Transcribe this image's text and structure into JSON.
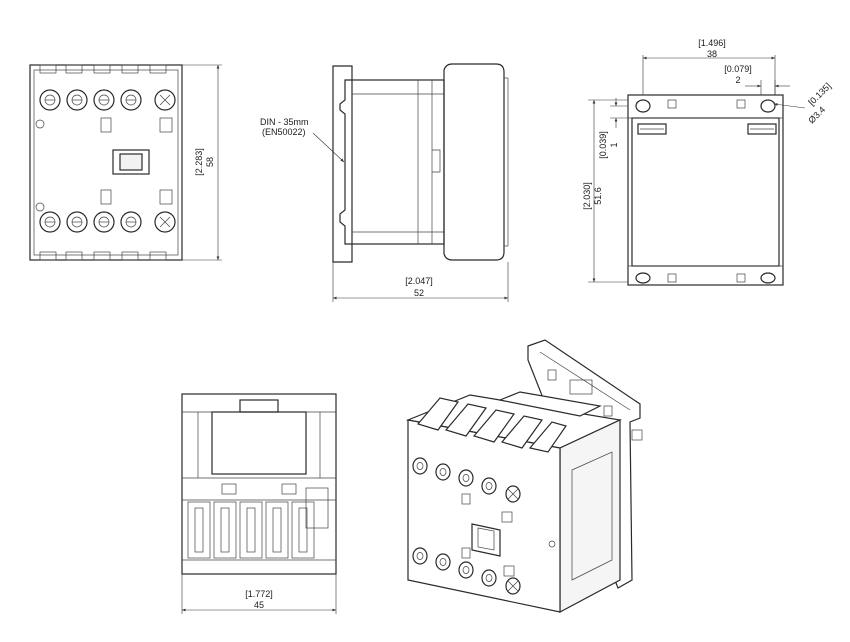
{
  "dimensions": {
    "front_height_in": "[2.283]",
    "front_height_mm": "58",
    "side_depth_in": "[2.047]",
    "side_depth_mm": "52",
    "din_rail_line1": "DIN - 35mm",
    "din_rail_line2": "(EN50022)",
    "rear_width_in": "[1.496]",
    "rear_width_mm": "38",
    "rear_offset_in": "[0.079]",
    "rear_offset_mm": "2",
    "hole_dia_in": "[0.135]",
    "hole_dia_mm": "Ø3.4",
    "rear_small_in": "[0.039]",
    "rear_small_mm": "1",
    "rear_height_in": "[2.030]",
    "rear_height_mm": "51.6",
    "bottom_width_in": "[1.772]",
    "bottom_width_mm": "45"
  },
  "colors": {
    "line": "#2a2a2a",
    "background": "#ffffff"
  }
}
